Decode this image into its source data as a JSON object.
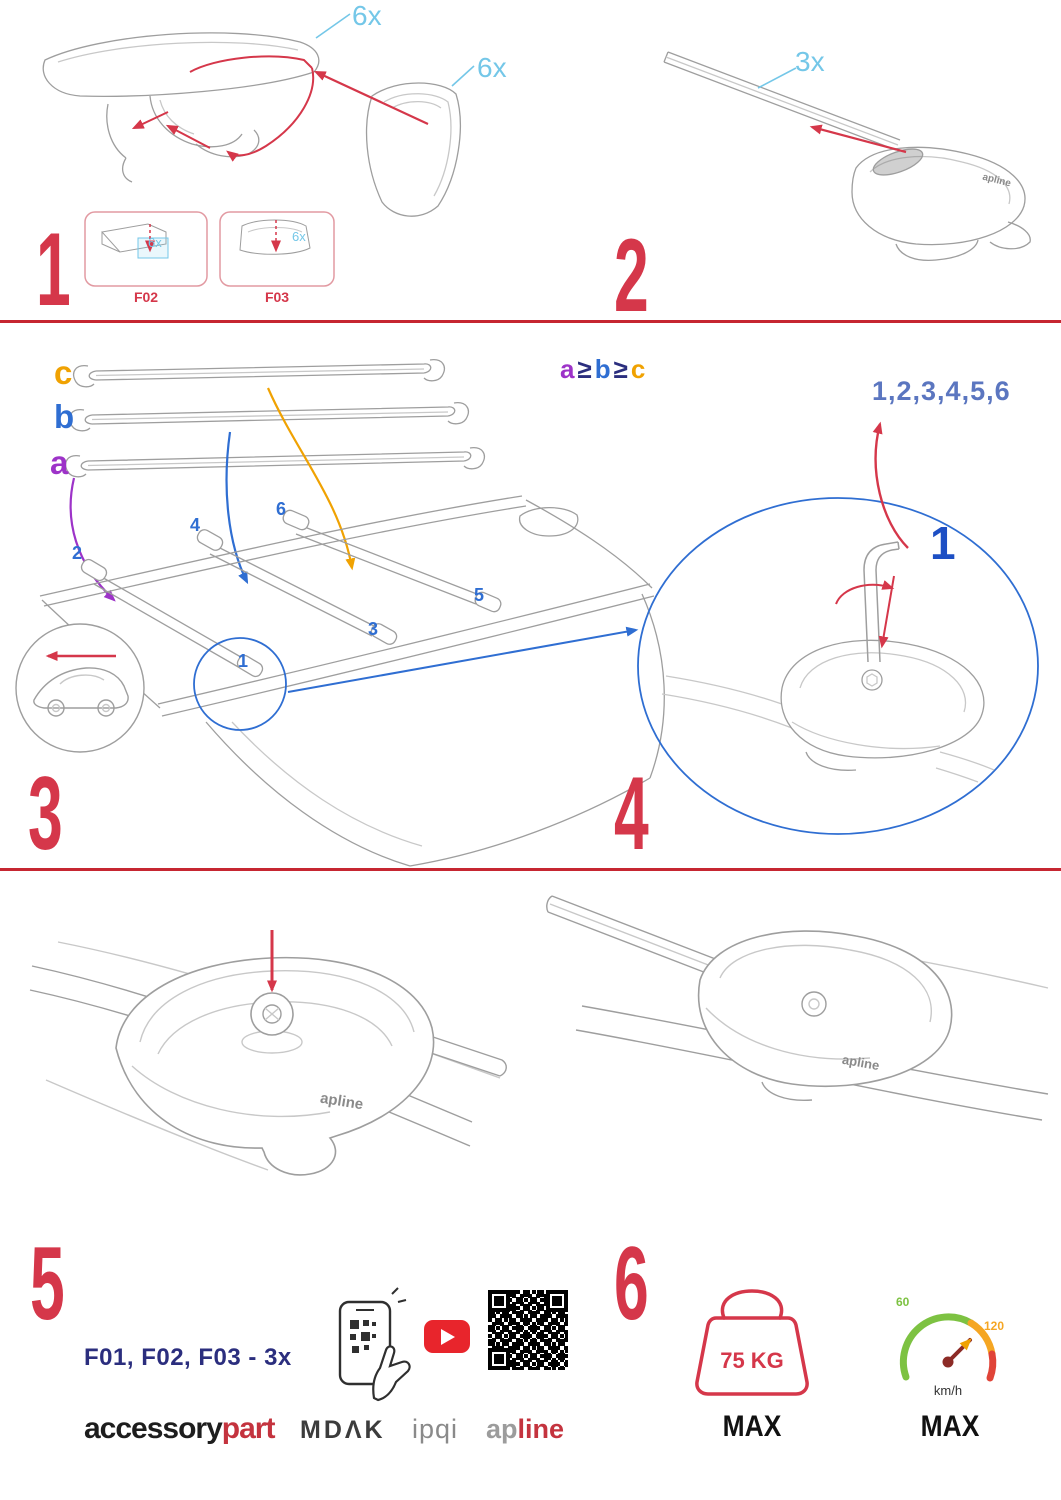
{
  "colors": {
    "accent_red": "#d5374a",
    "cyan": "#74c7e8",
    "blue": "#2f6ed2",
    "purple": "#9d33c8",
    "orange": "#f0a202",
    "navy": "#2b2e7e",
    "green": "#7dc242",
    "speed_orange": "#f5a623",
    "brand_red": "#c4333e"
  },
  "step1": {
    "numeral": "1",
    "qty_cap": "6x",
    "qty_cover": "6x",
    "box1": {
      "label": "F02",
      "qty": "6x"
    },
    "box2": {
      "label": "F03",
      "qty": "6x"
    }
  },
  "step2": {
    "numeral": "2",
    "qty": "3x",
    "foot_logo": "apline"
  },
  "step3": {
    "numeral": "3",
    "bar_a": "a",
    "bar_b": "b",
    "bar_c": "c",
    "formula": {
      "a": "a",
      "ge1": "≥",
      "b": "b",
      "ge2": "≥",
      "c": "c"
    },
    "positions": {
      "p1": "1",
      "p2": "2",
      "p3": "3",
      "p4": "4",
      "p5": "5",
      "p6": "6"
    }
  },
  "step4": {
    "numeral": "4",
    "sequence": "1,2,3,4,5,6",
    "callout": "1"
  },
  "step5": {
    "numeral": "5",
    "foot_logo": "apline"
  },
  "step6": {
    "numeral": "6",
    "foot_logo": "apline"
  },
  "footer": {
    "parts_line": "F01, F02, F03 - 3x",
    "logos": {
      "accessory": "accessory",
      "part": "part",
      "mdak": "MDΛK",
      "ipqi": "ipqi",
      "ap": "ap",
      "line": "line"
    },
    "weight": {
      "value": "75 KG",
      "max": "MAX"
    },
    "speed": {
      "low": "60",
      "high": "120",
      "unit": "km/h",
      "max": "MAX"
    }
  }
}
